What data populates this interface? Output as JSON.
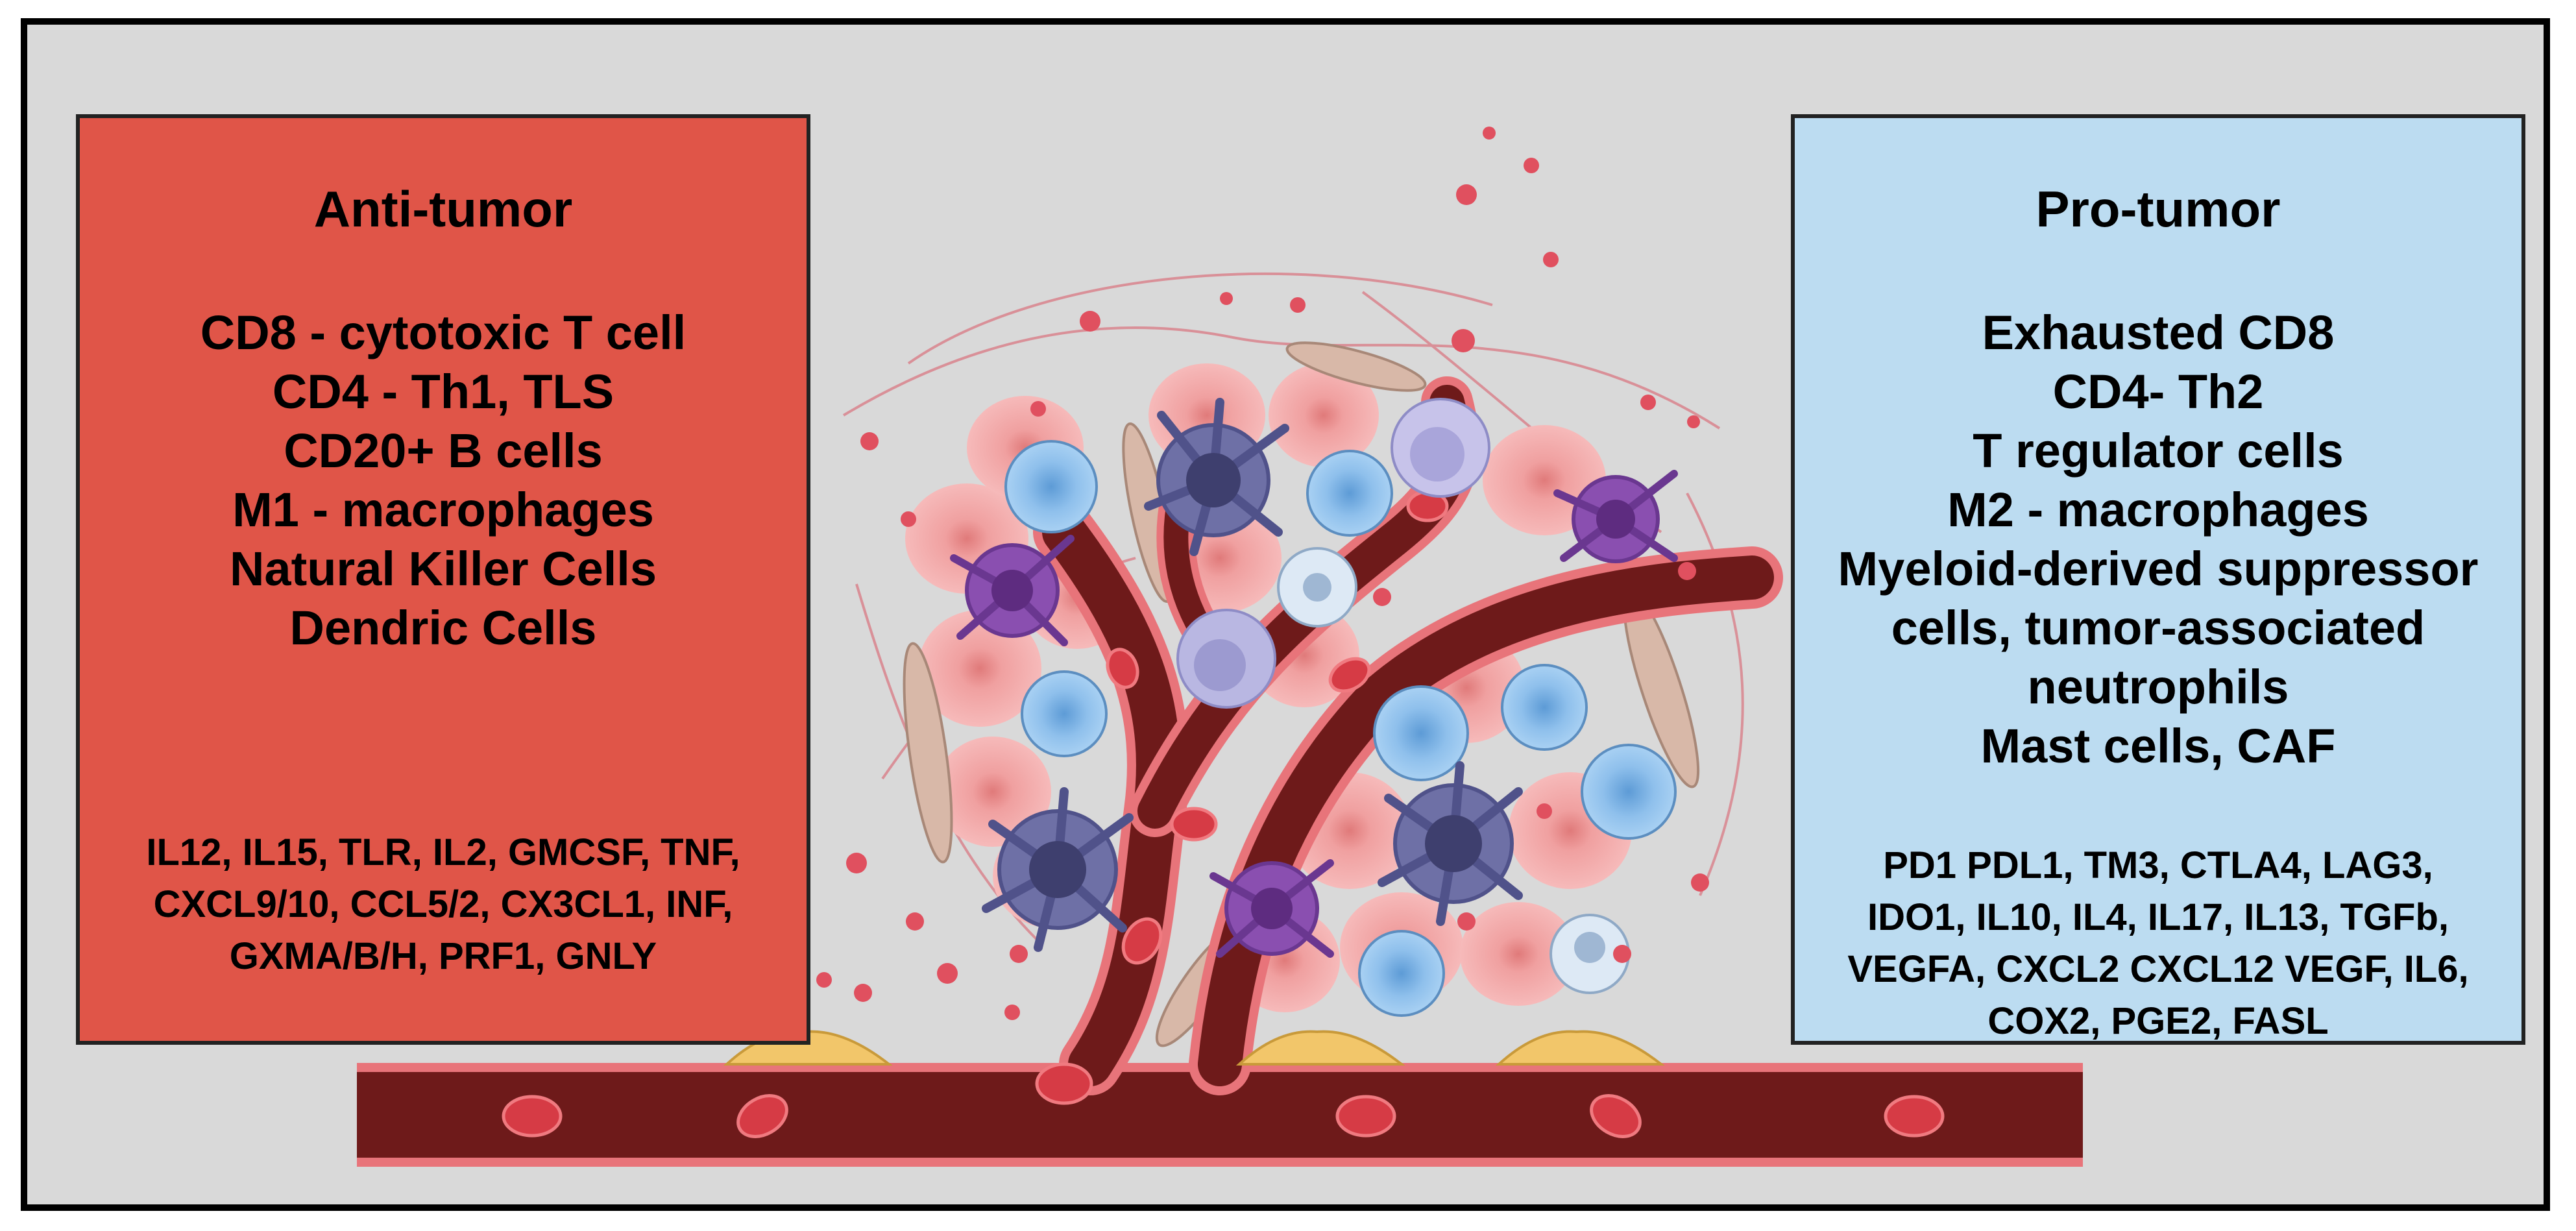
{
  "anti_tumor": {
    "title": "Anti-tumor",
    "cells": [
      "CD8 - cytotoxic T cell",
      "CD4 - Th1, TLS",
      "CD20+ B cells",
      "M1 - macrophages",
      "Natural Killer Cells",
      "Dendric Cells"
    ],
    "markers": [
      "IL12, IL15, TLR, IL2, GMCSF, TNF,",
      "CXCL9/10, CCL5/2, CX3CL1, INF,",
      "GXMA/B/H, PRF1, GNLY"
    ]
  },
  "pro_tumor": {
    "title": "Pro-tumor",
    "cells": [
      "Exhausted CD8",
      "CD4- Th2",
      "T regulator cells",
      "M2 - macrophages",
      "Myeloid-derived suppressor",
      "cells, tumor-associated",
      "neutrophils",
      "Mast cells, CAF"
    ],
    "markers": [
      "PD1 PDL1, TM3, CTLA4, LAG3,",
      "IDO1, IL10, IL4, IL17, IL13, TGFb,",
      "VEGFA, CXCL2 CXCL12 VEGF, IL6,",
      "COX2, PGE2, FASL"
    ]
  },
  "colors": {
    "anti_panel": "#e05548",
    "pro_panel": "#bcdcf1",
    "vessel": "#6e1a1a",
    "vessel_rim": "#e8747a",
    "rbc": "#d63b45",
    "tumor_cell": "#f2a6a6",
    "t_cell": "#8fbde8",
    "macrophage": "#7a4a9c",
    "dendritic": "#6e6e9e"
  }
}
